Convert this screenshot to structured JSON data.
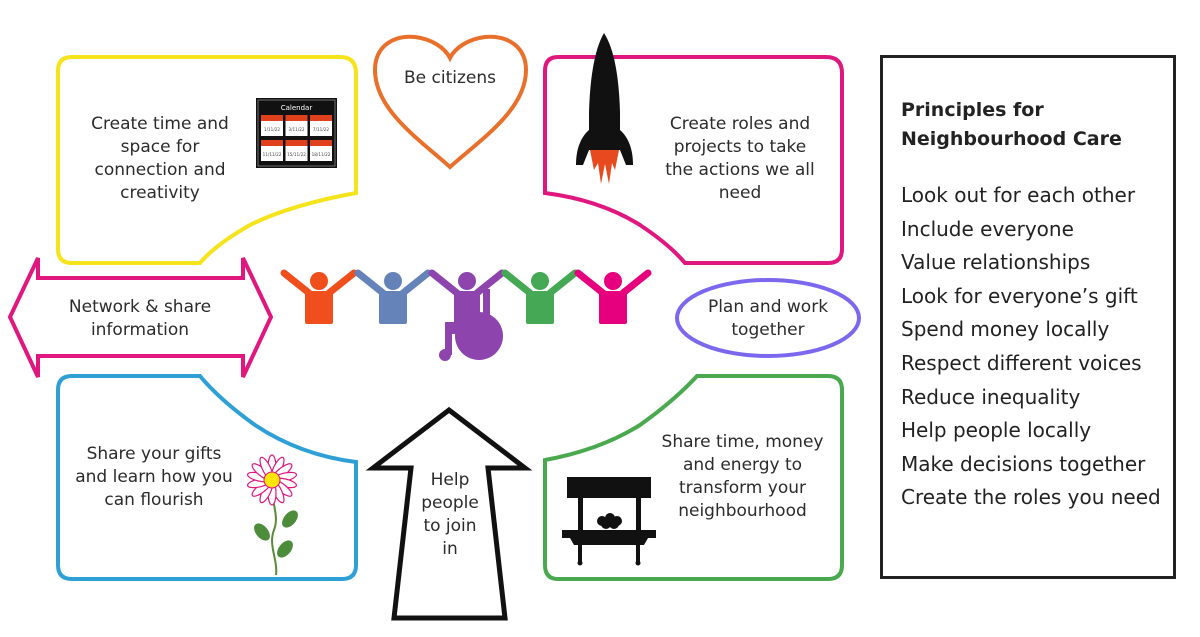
{
  "diagram": {
    "colors": {
      "yellow": "#f5e31c",
      "magenta": "#e0177f",
      "orange": "#e8702a",
      "blue": "#2ea0d6",
      "green": "#4aa84f",
      "purple": "#7b68ee",
      "black": "#111111"
    },
    "boxes": {
      "top_left": {
        "text": [
          "Create time and",
          "space for",
          "connection and",
          "creativity"
        ]
      },
      "top_right": {
        "text": [
          "Create roles and",
          "projects to take",
          "the actions we all",
          "need"
        ]
      },
      "bottom_left": {
        "text": [
          "Share your gifts",
          "and learn how you",
          "can flourish"
        ]
      },
      "bottom_right": {
        "text": [
          "Share time, money",
          "and energy to",
          "transform your",
          "neighbourhood"
        ]
      }
    },
    "heart": {
      "text": "Be citizens"
    },
    "double_arrow": {
      "text": [
        "Network & share",
        "information"
      ]
    },
    "ellipse": {
      "text": [
        "Plan and work",
        "together"
      ]
    },
    "up_arrow": {
      "text": [
        "Help",
        "people",
        "to join",
        "in"
      ]
    },
    "calendar": {
      "title": "Calendar",
      "dates": [
        "1/11/22",
        "3/11/22",
        "7/11/22",
        "11/11/22",
        "15/11/22",
        "18/11/22"
      ]
    },
    "icons": {
      "calendar": "calendar-icon",
      "rocket": "rocket-icon",
      "flower": "flower-icon",
      "market_stall": "market-stall-icon",
      "people": "people-holding-hands-icon",
      "heart": "heart-icon"
    },
    "people_colors": [
      "#f04e1c",
      "#6583b8",
      "#8e44ad",
      "#45a855",
      "#e6007e"
    ]
  },
  "principles": {
    "title": [
      "Principles for",
      "Neighbourhood Care"
    ],
    "items": [
      "Look out for each other",
      "Include everyone",
      "Value relationships",
      "Look for everyone’s gift",
      "Spend money locally",
      "Respect different voices",
      "Reduce inequality",
      "Help people locally",
      "Make decisions together",
      "Create the roles you need"
    ]
  }
}
